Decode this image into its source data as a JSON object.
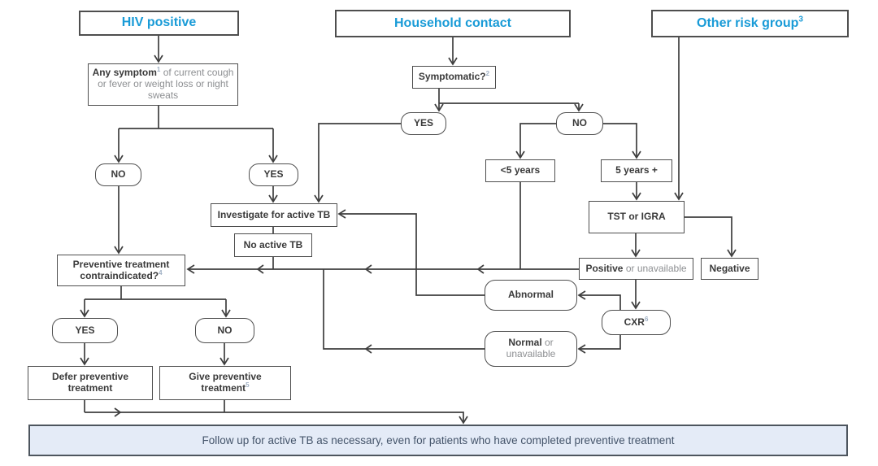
{
  "diagram": {
    "headers": {
      "hiv": "HIV positive",
      "household": "Household contact",
      "other": "Other risk group",
      "other_sup": "3"
    },
    "nodes": {
      "any_symptom_bold": "Any symptom",
      "any_symptom_sup": "1",
      "any_symptom_rest": " of current cough or fever or weight loss or night sweats",
      "symptomatic": "Symptomatic?",
      "symptomatic_sup": "2",
      "yes": "YES",
      "no": "NO",
      "under5": "<5 years",
      "over5": "5 years +",
      "investigate": "Investigate for active TB",
      "tst": "TST or IGRA",
      "no_active_tb": "No active TB",
      "contraindicated_l1": "Preventive treatment",
      "contraindicated_l2": "contraindicated?",
      "contraindicated_sup": "4",
      "positive_bold": "Positive",
      "positive_rest": " or unavailable",
      "negative": "Negative",
      "abnormal": "Abnormal",
      "cxr": "CXR",
      "cxr_sup": "6",
      "normal_bold": "Normal",
      "normal_rest": " or unavailable",
      "defer_l1": "Defer preventive",
      "defer_l2": "treatment",
      "give_l1": "Give preventive",
      "give_l2": "treatment",
      "give_sup": "5"
    },
    "footer": "Follow up for active TB as necessary, even for patients who have completed preventive treatment",
    "colors": {
      "header_blue": "#199bd7",
      "line": "#3e3e3e",
      "box_text": "#3a3a3a",
      "gray_text": "#8d8f92",
      "footer_bg": "#e4ebf7",
      "footer_text": "#44546a"
    }
  }
}
